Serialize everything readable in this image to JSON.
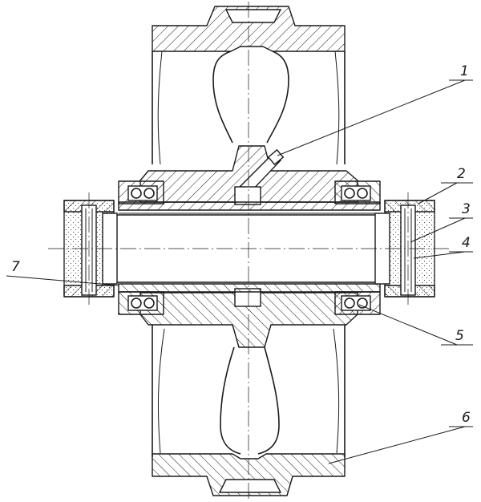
{
  "callouts": [
    {
      "id": "1",
      "text": "1"
    },
    {
      "id": "2",
      "text": "2"
    },
    {
      "id": "3",
      "text": "3"
    },
    {
      "id": "4",
      "text": "4"
    },
    {
      "id": "5",
      "text": "5"
    },
    {
      "id": "6",
      "text": "6"
    },
    {
      "id": "7",
      "text": "7"
    }
  ],
  "colors": {
    "line": "#1a1a1a",
    "paper": "#ffffff"
  }
}
